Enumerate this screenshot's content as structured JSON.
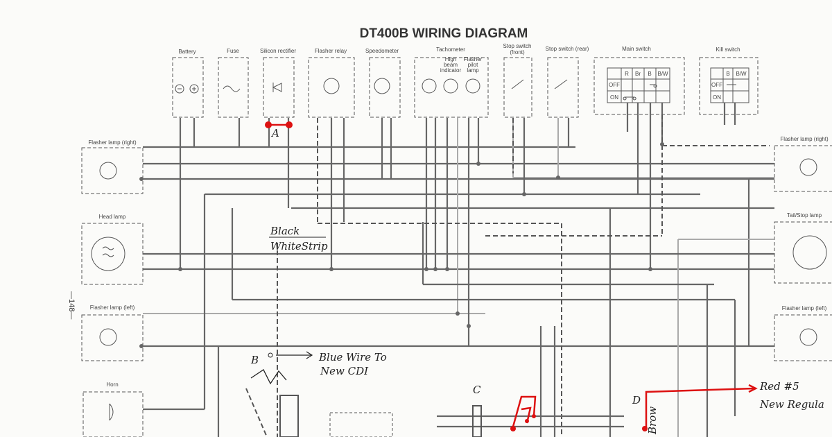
{
  "title": "DT400B WIRING DIAGRAM",
  "page_number": "—148—",
  "components": {
    "battery": "Battery",
    "fuse": "Fuse",
    "silicon_rectifier": "Silicon rectifier",
    "flasher_relay": "Flasher relay",
    "speedometer": "Speedometer",
    "tachometer": "Tachometer",
    "high_beam_line1": "High",
    "high_beam_line2": "beam",
    "high_beam_line3": "indicator",
    "flasher_pilot_line1": "Flasher",
    "flasher_pilot_line2": "pilot",
    "flasher_pilot_line3": "lamp",
    "stop_switch_front_line1": "Stop switch",
    "stop_switch_front_line2": "(front)",
    "stop_switch_rear": "Stop switch (rear)",
    "main_switch": "Main switch",
    "kill_switch": "Kill switch",
    "flasher_lamp_right": "Flasher lamp (right)",
    "head_lamp": "Head lamp",
    "flasher_lamp_left": "Flasher lamp (left)",
    "horn": "Horn",
    "flasher_lamp_right_r": "Flasher lamp (right)",
    "tail_stop_lamp": "Tail/Stop lamp",
    "flasher_lamp_left_r": "Flasher lamp (left)"
  },
  "main_switch_table": {
    "cols": [
      "R",
      "Br",
      "B",
      "B/W"
    ],
    "rows": [
      "OFF",
      "ON"
    ]
  },
  "kill_switch_table": {
    "cols": [
      "B",
      "B/W"
    ],
    "rows": [
      "OFF",
      "ON"
    ]
  },
  "annotations": {
    "marker_a": "A",
    "black": "Black",
    "white_strip": "WhiteStrip",
    "marker_b": "B",
    "blue_wire_line1": "Blue Wire To",
    "blue_wire_line2": "New CDI",
    "marker_c": "C",
    "marker_d": "D",
    "brown": "Brow",
    "red_5": "Red #5",
    "new_regulator": "New Regula"
  },
  "colors": {
    "wire": "#666666",
    "annotation_red": "#dd1111",
    "background": "#fbfbf9"
  }
}
